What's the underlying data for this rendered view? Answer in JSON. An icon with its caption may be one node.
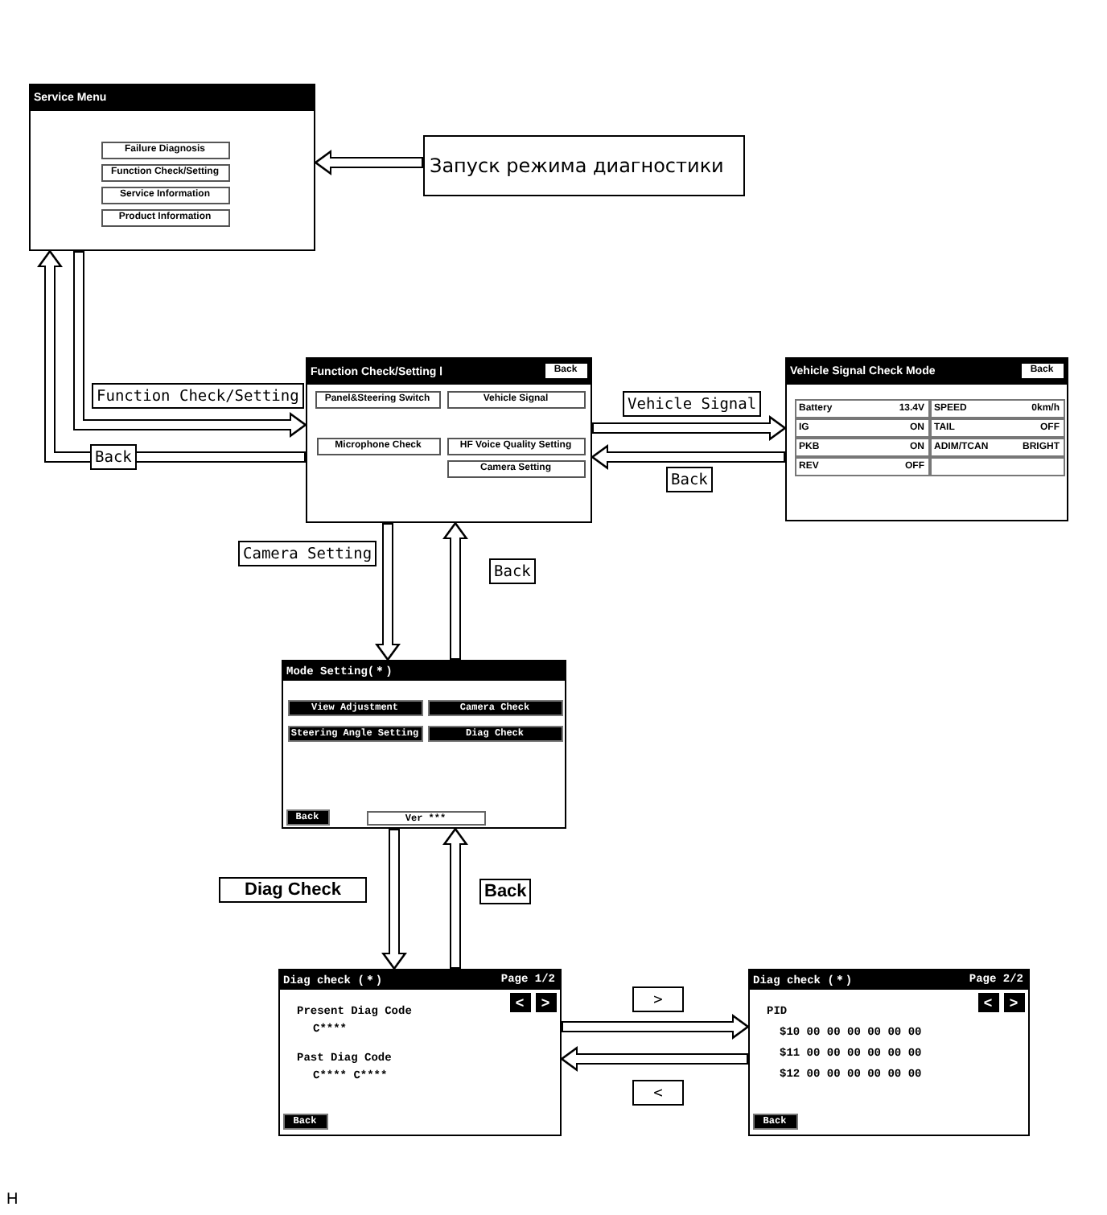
{
  "diagram": {
    "nodes": [
      {
        "text": [
          "Service Menu"
        ]
      },
      {
        "text": [
          "Failure Diagnosis"
        ],
        "in": 0
      },
      {
        "text": [
          "Function Check/Setting"
        ],
        "in": 0
      },
      {
        "text": [
          "Service Information"
        ],
        "in": 0
      },
      {
        "text": [
          "Product Information"
        ],
        "in": 0
      },
      {
        "text": [
          "Запуск режима диагностики"
        ]
      },
      {
        "text": [
          "Function Check/Setting Ⅰ"
        ]
      },
      {
        "text": [
          "Back"
        ],
        "in": 6
      },
      {
        "text": [
          "Panel&Steering Switch"
        ],
        "in": 6
      },
      {
        "text": [
          "Vehicle Signal"
        ],
        "in": 6
      },
      {
        "text": [
          "Microphone Check"
        ],
        "in": 6
      },
      {
        "text": [
          "HF Voice Quality Setting"
        ],
        "in": 6
      },
      {
        "text": [
          "Camera Setting"
        ],
        "in": 6
      },
      {
        "text": [
          "Vehicle Signal Check Mode"
        ]
      },
      {
        "text": [
          "Back"
        ],
        "in": 13
      },
      {
        "text": [
          "Battery",
          "13.4V"
        ],
        "in": 13
      },
      {
        "text": [
          "SPEED",
          "0km/h"
        ],
        "in": 13
      },
      {
        "text": [
          "IG",
          "ON"
        ],
        "in": 13
      },
      {
        "text": [
          "TAIL",
          "OFF"
        ],
        "in": 13
      },
      {
        "text": [
          "PKB",
          "ON"
        ],
        "in": 13
      },
      {
        "text": [
          "ADIM/TCAN",
          "BRIGHT"
        ],
        "in": 13
      },
      {
        "text": [
          "REV",
          "OFF"
        ],
        "in": 13
      },
      {
        "text": [],
        "shape": "box",
        "in": 13
      },
      {
        "text": [
          "Mode Setting(＊)"
        ]
      },
      {
        "text": [
          "View Adjustment"
        ],
        "in": 23
      },
      {
        "text": [
          "Camera Check"
        ],
        "in": 23
      },
      {
        "text": [
          "Steering Angle Setting"
        ],
        "in": 23
      },
      {
        "text": [
          "Diag Check"
        ],
        "in": 23
      },
      {
        "text": [
          "Back"
        ],
        "in": 23
      },
      {
        "text": [
          "Ver ***"
        ],
        "in": 23
      },
      {
        "text": [
          "Diag check (＊)",
          "Page 1/2",
          "Present Diag Code",
          "C****",
          "Past Diag Code",
          "C**** C****"
        ]
      },
      {
        "text": [
          "<"
        ],
        "in": 30
      },
      {
        "text": [
          ">"
        ],
        "in": 30
      },
      {
        "text": [
          "Back"
        ],
        "in": 30
      },
      {
        "text": [
          "Diag check (＊)",
          "Page 2/2",
          "PID",
          "$10 00 00 00 00 00 00",
          "$11 00 00 00 00 00 00",
          "$12 00 00 00 00 00 00"
        ]
      },
      {
        "text": [
          "<"
        ],
        "in": 34
      },
      {
        "text": [
          ">"
        ],
        "in": 34
      },
      {
        "text": [
          "Back"
        ],
        "in": 34
      }
    ],
    "edges": [
      {
        "from": 5,
        "to": 0,
        "arrow": "to"
      },
      {
        "from": 0,
        "to": 6,
        "arrow": "to",
        "label": "Function Check/Setting"
      },
      {
        "from": 6,
        "to": 0,
        "arrow": "to",
        "label": "Back"
      },
      {
        "from": 6,
        "to": 13,
        "arrow": "to",
        "label": "Vehicle Signal"
      },
      {
        "from": 13,
        "to": 6,
        "arrow": "to",
        "label": "Back"
      },
      {
        "from": 6,
        "to": 23,
        "arrow": "to",
        "label": "Camera Setting"
      },
      {
        "from": 23,
        "to": 6,
        "arrow": "to",
        "label": "Back"
      },
      {
        "from": 23,
        "to": 30,
        "arrow": "to",
        "label": "Diag Check"
      },
      {
        "from": 30,
        "to": 23,
        "arrow": "to",
        "label": "Back"
      },
      {
        "from": 30,
        "to": 34,
        "arrow": "to",
        "label": ">"
      },
      {
        "from": 34,
        "to": 30,
        "arrow": "to",
        "label": "<"
      }
    ],
    "labels": [
      "H"
    ]
  }
}
